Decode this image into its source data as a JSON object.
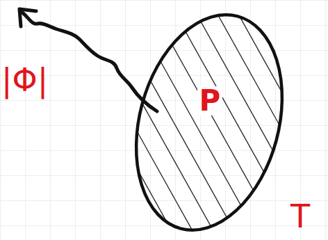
{
  "diagram": {
    "nodes": [
      {
        "text": [
          "P"
        ]
      }
    ],
    "labels": [
      "|Φ|",
      "T"
    ]
  }
}
